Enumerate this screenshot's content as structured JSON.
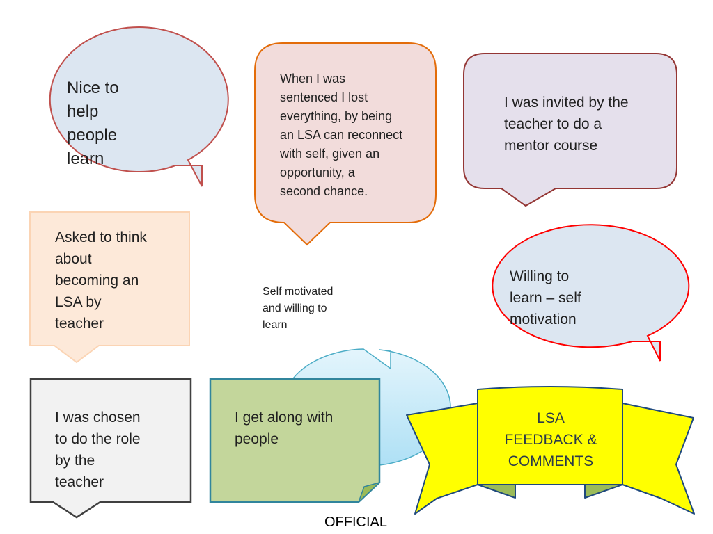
{
  "bubbles": {
    "nice_to_help": [
      "Nice to",
      "help",
      "people",
      "learn"
    ],
    "sentenced": [
      "When I was",
      "sentenced I lost",
      "everything, by being",
      "an LSA can reconnect",
      "with self, given an",
      "opportunity, a",
      "second chance."
    ],
    "invited": [
      "I was invited by the",
      "teacher to do a",
      "mentor course"
    ],
    "asked": [
      "Asked to think",
      "about",
      "becoming an",
      "LSA by",
      "teacher"
    ],
    "self_motivated": [
      "Self motivated",
      "and willing to",
      "learn"
    ],
    "willing": [
      "Willing to",
      "learn – self",
      "motivation"
    ],
    "chosen": [
      "I was chosen",
      "to do the role",
      "by the",
      "teacher"
    ],
    "get_along": [
      "I get along with",
      "people"
    ]
  },
  "banner": [
    "LSA",
    "FEEDBACK &",
    "COMMENTS"
  ],
  "footer": "OFFICIAL",
  "colors": {
    "bubble_blue": "#dce6f1",
    "bubble_pink": "#f2dcdb",
    "bubble_lavender": "#e5e0ec",
    "bubble_peach": "#fde9d9",
    "bubble_light_grey": "#f2f2f2",
    "note_green": "#c3d69b",
    "banner_yellow": "#ffff00",
    "gradient_blue": "#bfe6f7"
  }
}
